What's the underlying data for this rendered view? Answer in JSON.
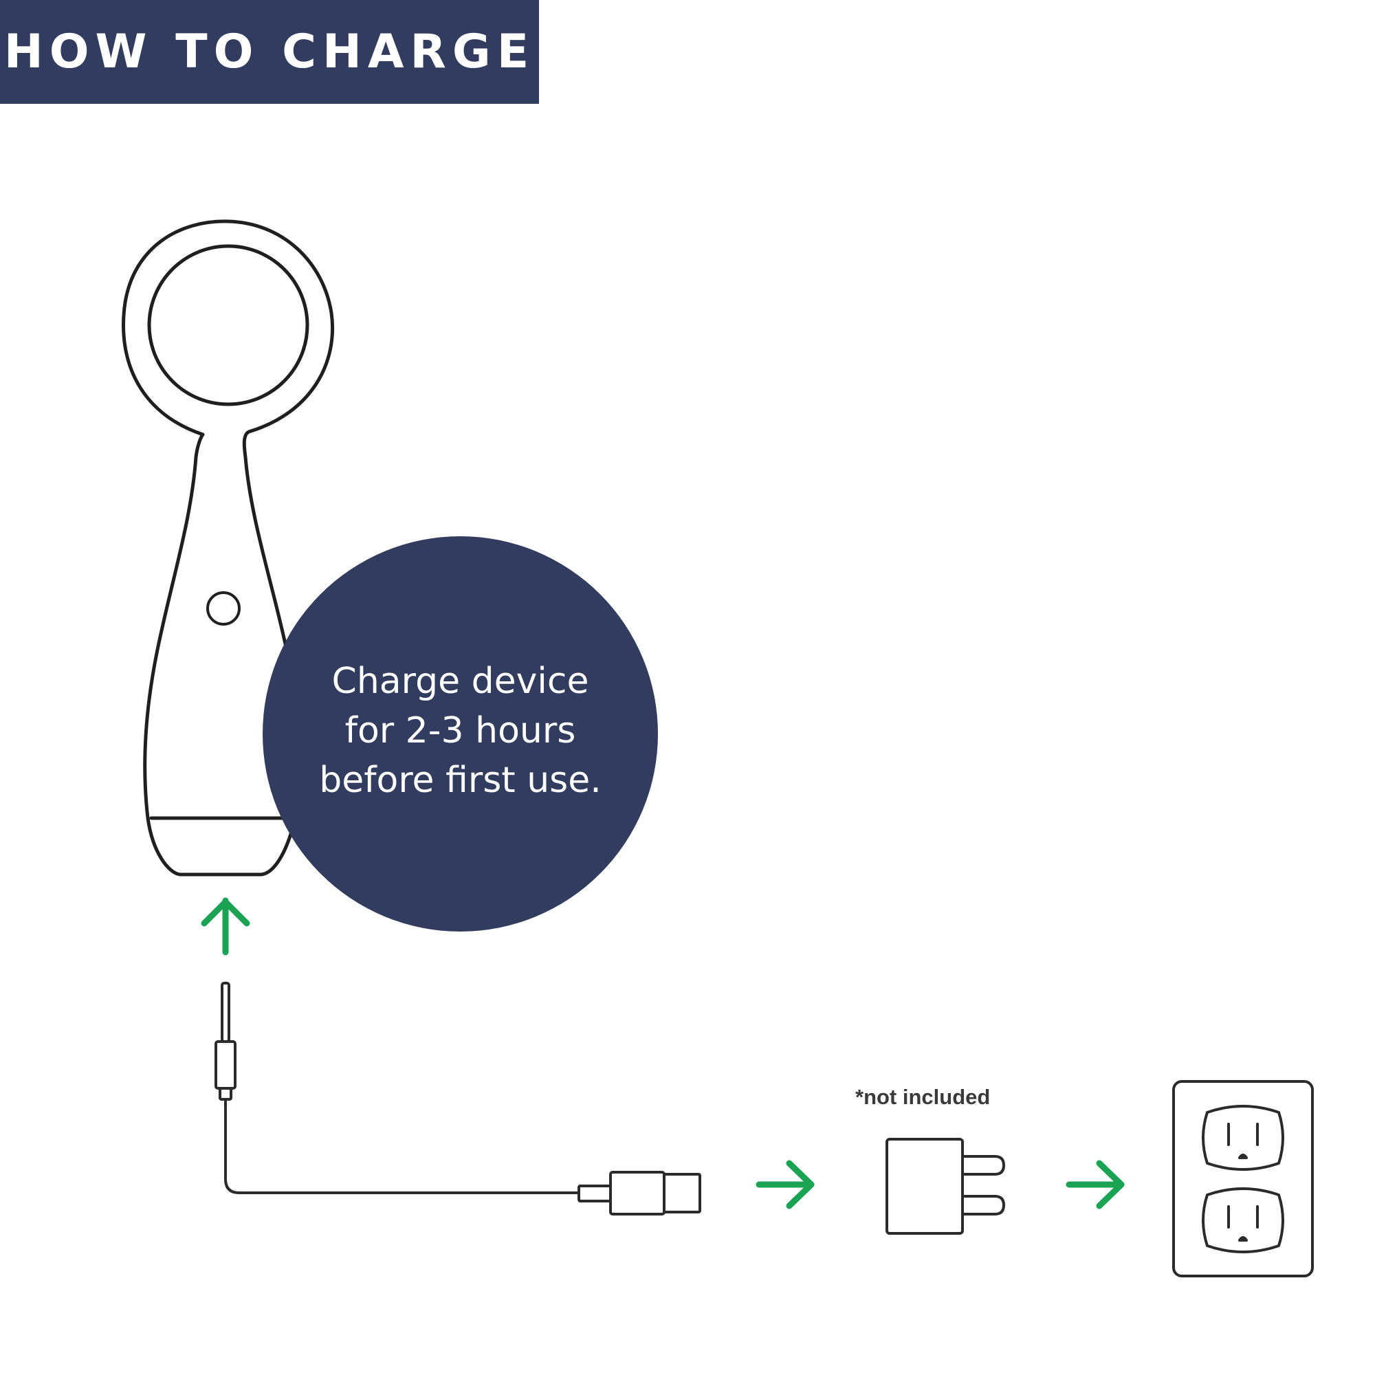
{
  "title": "HOW TO CHARGE",
  "info_bubble": {
    "text": "Charge device for 2-3 hours before first use."
  },
  "adapter_note": "*not included",
  "colors": {
    "navy": "#313c5f",
    "arrow_green": "#1aa352",
    "outline": "#2b2b2b"
  },
  "icons": [
    "cleansing-device-icon",
    "usb-cable-icon",
    "wall-adapter-icon",
    "wall-outlet-icon",
    "arrow-up-icon",
    "arrow-right-icon"
  ]
}
